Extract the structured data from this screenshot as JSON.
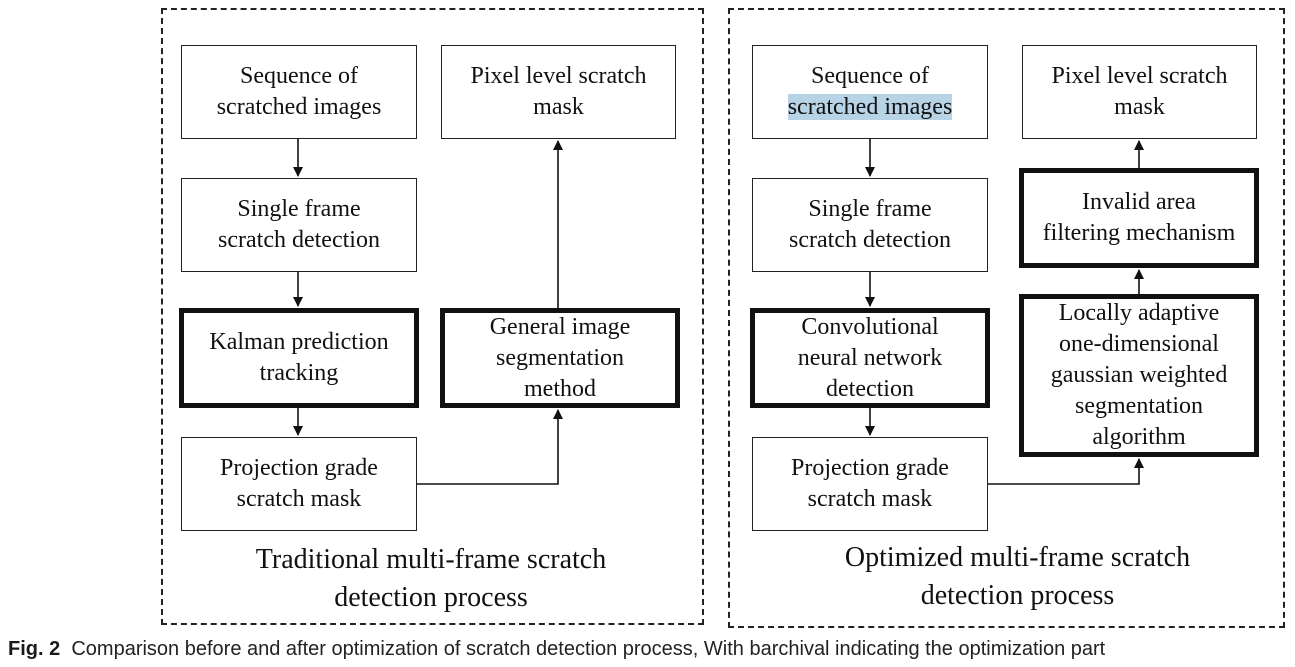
{
  "left_panel": {
    "title": "Traditional multi-frame scratch\ndetection process",
    "boxes": {
      "sequence": "Sequence of\nscratched images",
      "single": "Single frame\nscratch detection",
      "kalman": "Kalman prediction\ntracking",
      "projection": "Projection grade\nscratch mask",
      "pixel": "Pixel level scratch\nmask",
      "general": "General image\nsegmentation\nmethod"
    }
  },
  "right_panel": {
    "title": "Optimized multi-frame scratch\ndetection process",
    "boxes": {
      "sequence_line1": "Sequence of",
      "sequence_line2": "scratched images",
      "single": "Single frame\nscratch detection",
      "cnn": "Convolutional\nneural network\ndetection",
      "projection": "Projection grade\nscratch mask",
      "pixel": "Pixel level scratch\nmask",
      "invalid": "Invalid area\nfiltering mechanism",
      "locally": "Locally adaptive\none-dimensional\ngaussian weighted\nsegmentation\nalgorithm"
    }
  },
  "caption": {
    "label": "Fig. 2",
    "text": "Comparison before and after optimization of scratch detection process, With barchival indicating the optimization part"
  },
  "colors": {
    "highlight": "#b7d3e6",
    "stroke": "#111111"
  }
}
